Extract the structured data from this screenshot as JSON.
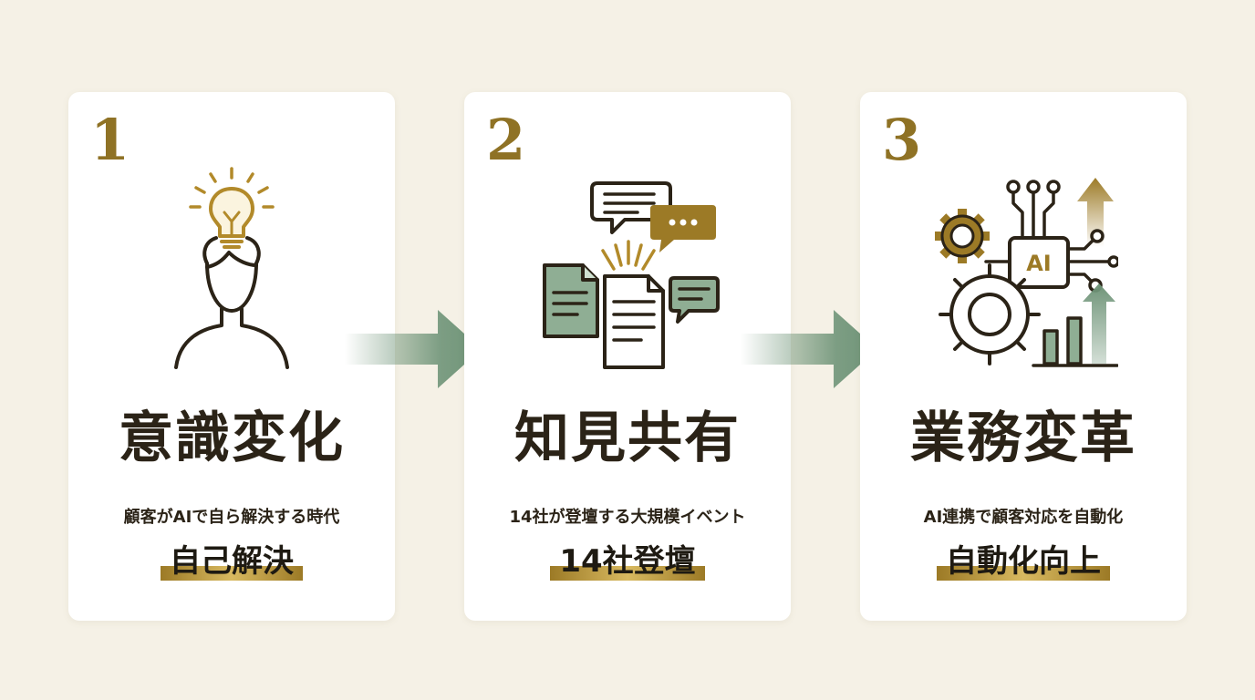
{
  "steps": [
    {
      "number": "1",
      "title": "意識変化",
      "subtitle": "顧客がAIで自ら解決する時代",
      "keyword": "自己解決",
      "icon": "person-lightbulb-icon"
    },
    {
      "number": "2",
      "title": "知見共有",
      "subtitle": "14社が登壇する大規模イベント",
      "keyword": "14社登壇",
      "icon": "documents-chat-icon"
    },
    {
      "number": "3",
      "title": "業務変革",
      "subtitle": "AI連携で顧客対応を自動化",
      "keyword": "自動化向上",
      "icon": "ai-gears-growth-icon",
      "icon_label": "AI"
    }
  ],
  "colors": {
    "background": "#f5f1e6",
    "card": "#ffffff",
    "gold": "#8f7225",
    "sage": "#6f9478",
    "ink": "#2b2317"
  }
}
